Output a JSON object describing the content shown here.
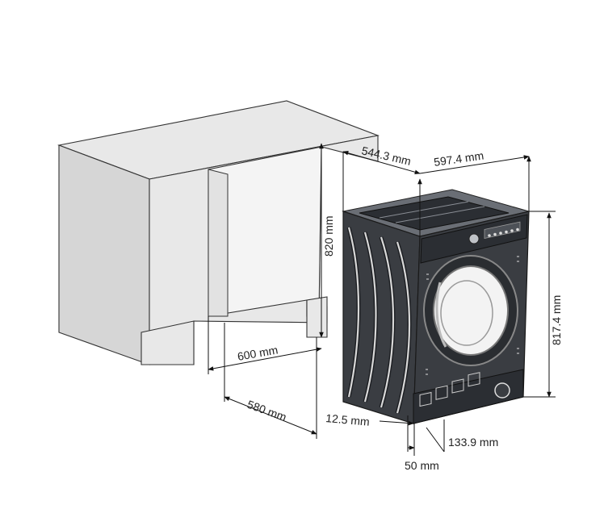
{
  "diagram": {
    "dimensions": {
      "width_top": "544.3 mm",
      "depth_top": "597.4 mm",
      "height_cabinet": "820 mm",
      "height_machine": "817.4 mm",
      "niche_width": "600 mm",
      "niche_depth": "580 mm",
      "plinth_gap": "12.5 mm",
      "door_offset": "133.9 mm",
      "bottom_gap": "50 mm"
    },
    "colors": {
      "cabinet": "#e8e8e8",
      "machine": "#3a3d42",
      "lines": "#111111"
    }
  }
}
